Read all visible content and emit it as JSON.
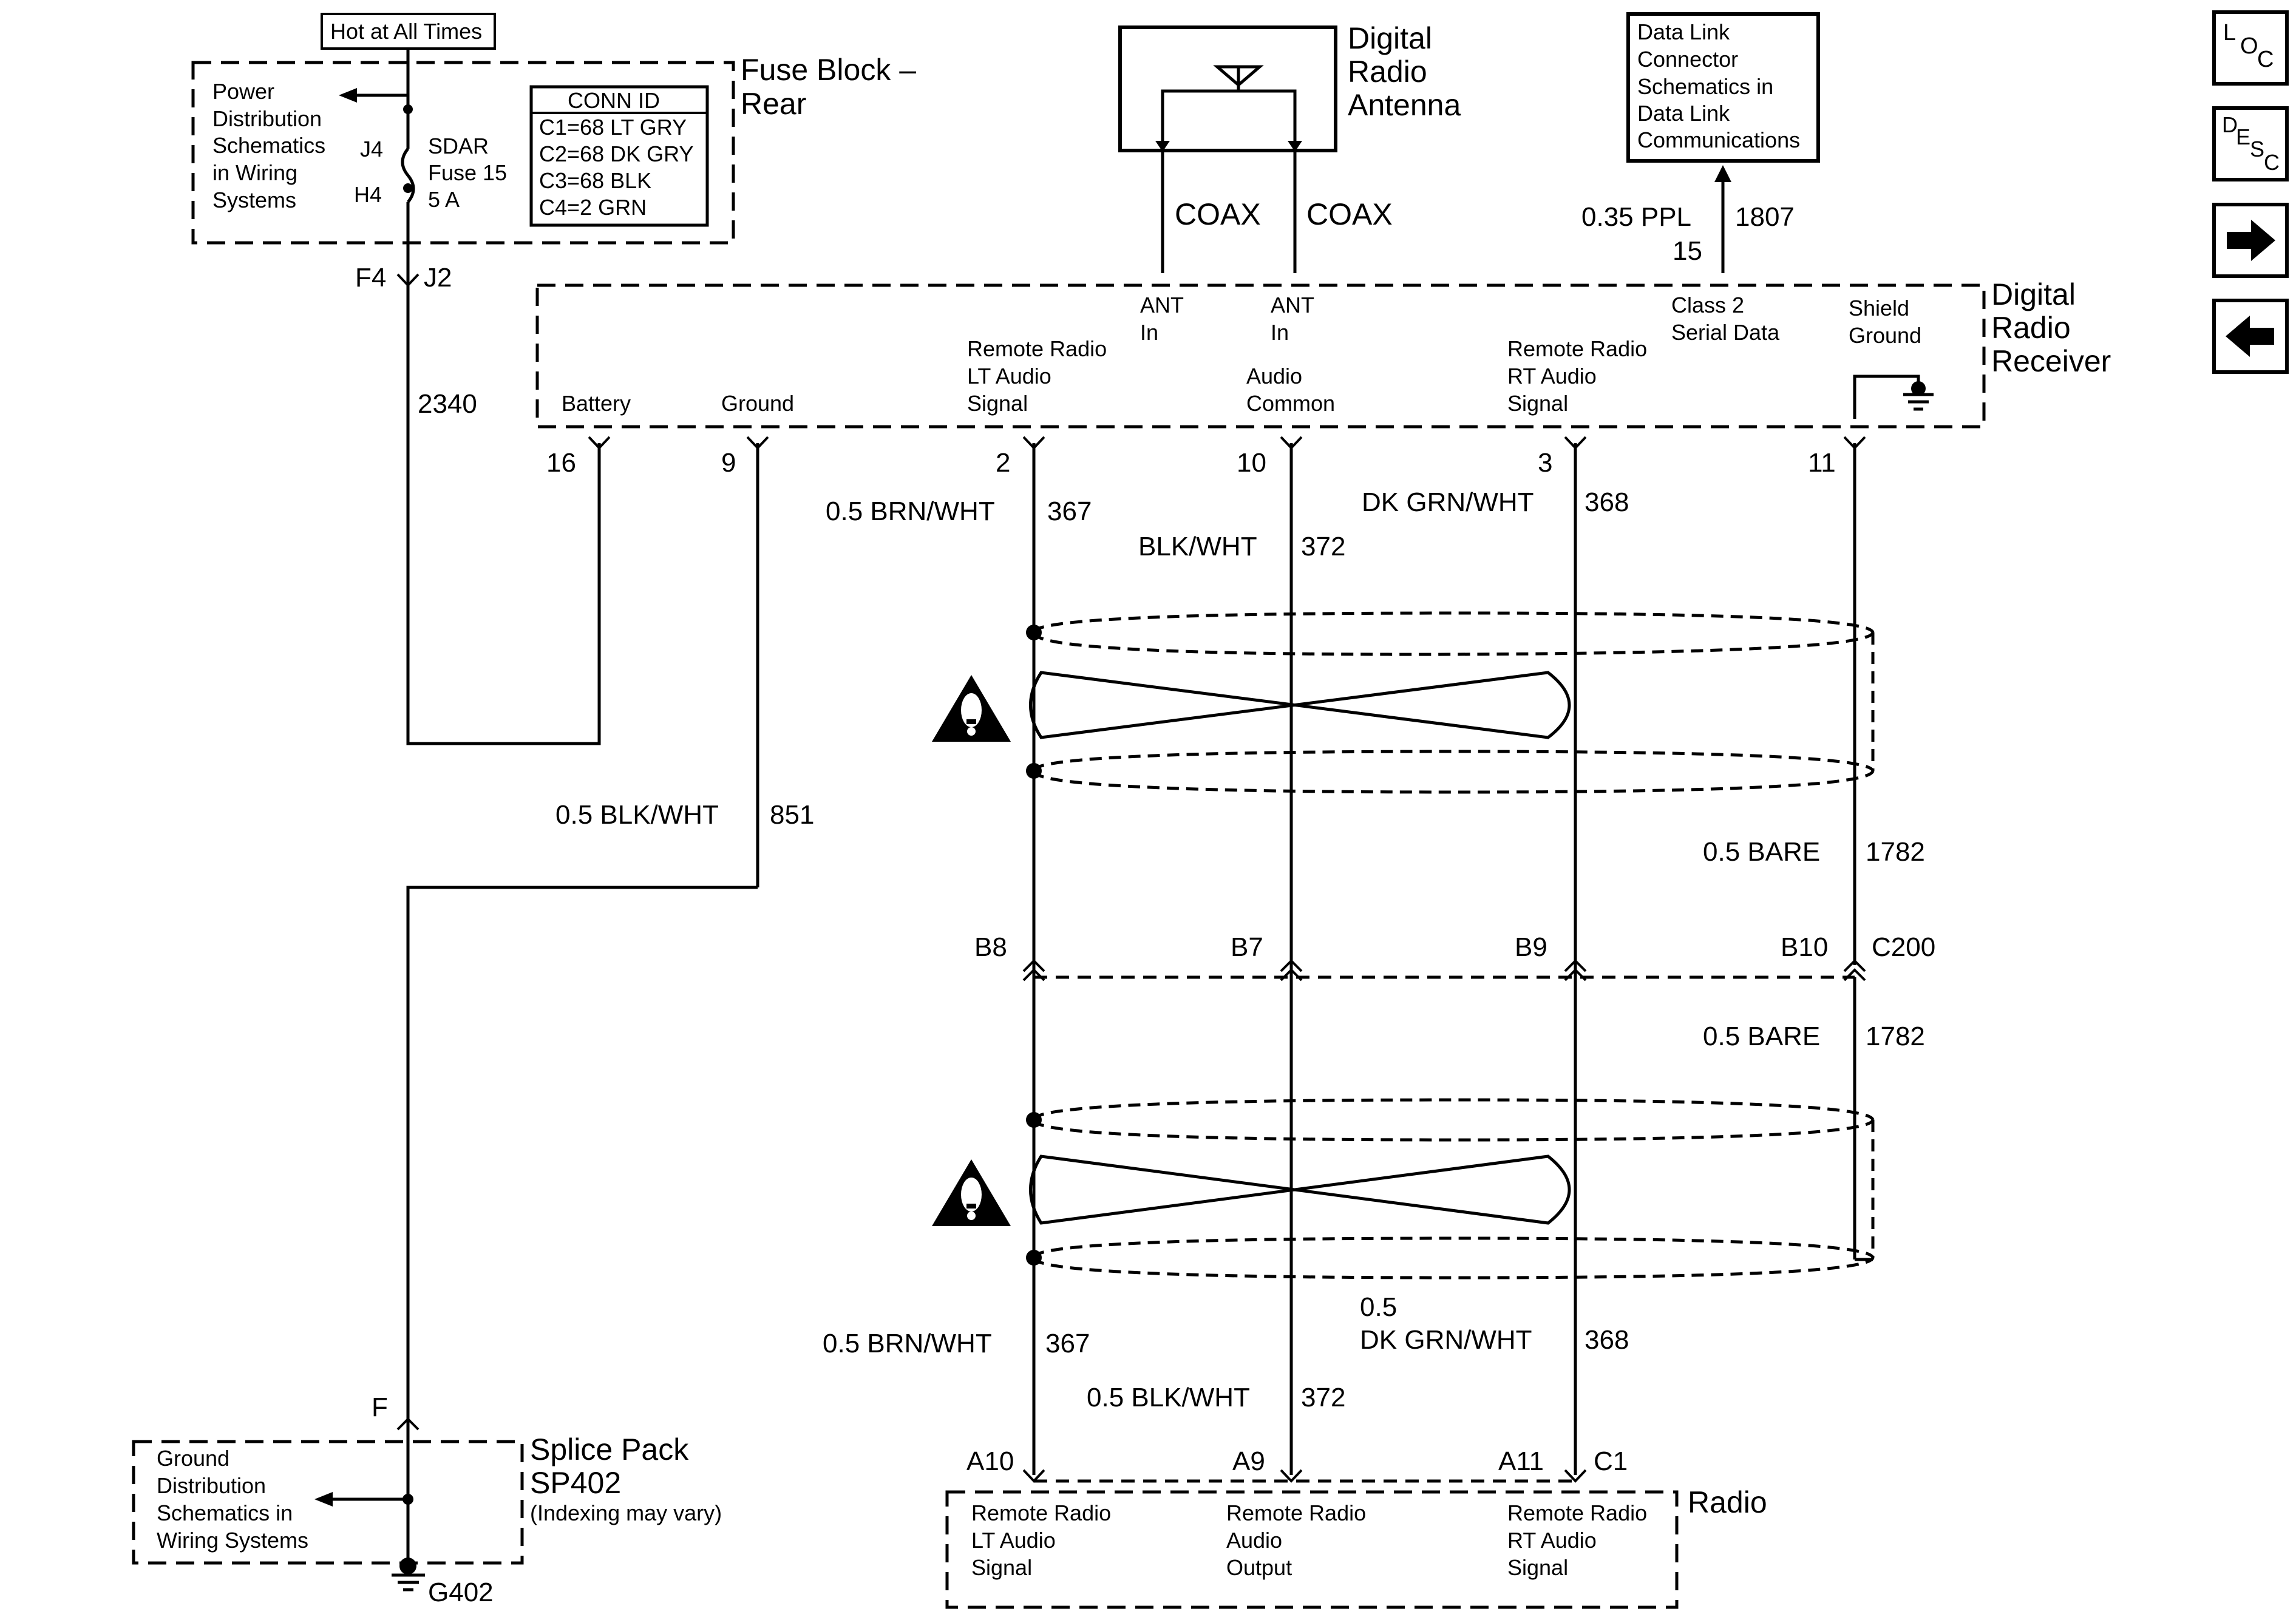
{
  "fuse_block": {
    "hot_label": "Hot at All Times",
    "power_ref": [
      "Power",
      "Distribution",
      "Schematics",
      "in Wiring",
      "Systems"
    ],
    "pin_top": "J4",
    "pin_bottom": "H4",
    "fuse_label": [
      "SDAR",
      "Fuse 15",
      "5 A"
    ],
    "title": [
      "Fuse Block –",
      "Rear"
    ],
    "conn_id": {
      "header": "CONN ID",
      "rows": [
        "C1=68 LT GRY",
        "C2=68 DK GRY",
        "C3=68 BLK",
        "C4=2 GRN"
      ]
    },
    "out_pin_left": "F4",
    "out_pin_right": "J2",
    "circuit": "2340"
  },
  "antenna": {
    "title": [
      "Digital",
      "Radio",
      "Antenna"
    ],
    "coax_left": "COAX",
    "coax_right": "COAX"
  },
  "dlc": {
    "box": [
      "Data Link",
      "Connector",
      "Schematics in",
      "Data Link",
      "Communications"
    ],
    "wire_left": "0.35 PPL",
    "wire_circuit": "1807",
    "pin": "15"
  },
  "receiver": {
    "title": [
      "Digital",
      "Radio",
      "Receiver"
    ],
    "labels": {
      "battery": "Battery",
      "ground": "Ground",
      "lt_audio": [
        "Remote Radio",
        "LT Audio",
        "Signal"
      ],
      "ant_in_1": [
        "ANT",
        "In"
      ],
      "ant_in_2": [
        "ANT",
        "In"
      ],
      "audio_common": [
        "Audio",
        "Common"
      ],
      "rt_audio": [
        "Remote Radio",
        "RT Audio",
        "Signal"
      ],
      "class2": [
        "Class 2",
        "Serial Data"
      ],
      "shield": [
        "Shield",
        "Ground"
      ]
    },
    "pins": {
      "battery": "16",
      "ground": "9",
      "lt": "2",
      "common": "10",
      "rt": "3",
      "shield": "11"
    }
  },
  "wires_upper": {
    "lt_color": "0.5 BRN/WHT",
    "lt_circuit": "367",
    "common_color": "BLK/WHT",
    "common_circuit": "372",
    "rt_color": "DK GRN/WHT",
    "rt_circuit": "368",
    "ground_color": "0.5 BLK/WHT",
    "ground_circuit": "851",
    "bare_color": "0.5 BARE",
    "bare_circuit": "1782"
  },
  "c200": {
    "pins": [
      "B8",
      "B7",
      "B9",
      "B10"
    ],
    "id": "C200"
  },
  "wires_lower": {
    "bare_color": "0.5 BARE",
    "bare_circuit": "1782",
    "lt_color": "0.5 BRN/WHT",
    "lt_circuit": "367",
    "common_color": "0.5 BLK/WHT",
    "common_circuit": "372",
    "rt_color_1": "0.5",
    "rt_color_2": "DK GRN/WHT",
    "rt_circuit": "368"
  },
  "radio": {
    "pins": [
      "A10",
      "A9",
      "A11",
      "C1"
    ],
    "title": "Radio",
    "labels": {
      "lt": [
        "Remote Radio",
        "LT Audio",
        "Signal"
      ],
      "out": [
        "Remote Radio",
        "Audio",
        "Output"
      ],
      "rt": [
        "Remote Radio",
        "RT Audio",
        "Signal"
      ]
    }
  },
  "splice": {
    "pin": "F",
    "ground_ref": [
      "Ground",
      "Distribution",
      "Schematics in",
      "Wiring Systems"
    ],
    "title": [
      "Splice Pack",
      "SP402"
    ],
    "note": "(Indexing may vary)",
    "ground_id": "G402"
  },
  "nav": {
    "loc": [
      "L",
      "O",
      "C"
    ],
    "desc": [
      "D",
      "E",
      "S",
      "C"
    ],
    "next_icon": "arrow-right-icon",
    "prev_icon": "arrow-left-icon"
  }
}
